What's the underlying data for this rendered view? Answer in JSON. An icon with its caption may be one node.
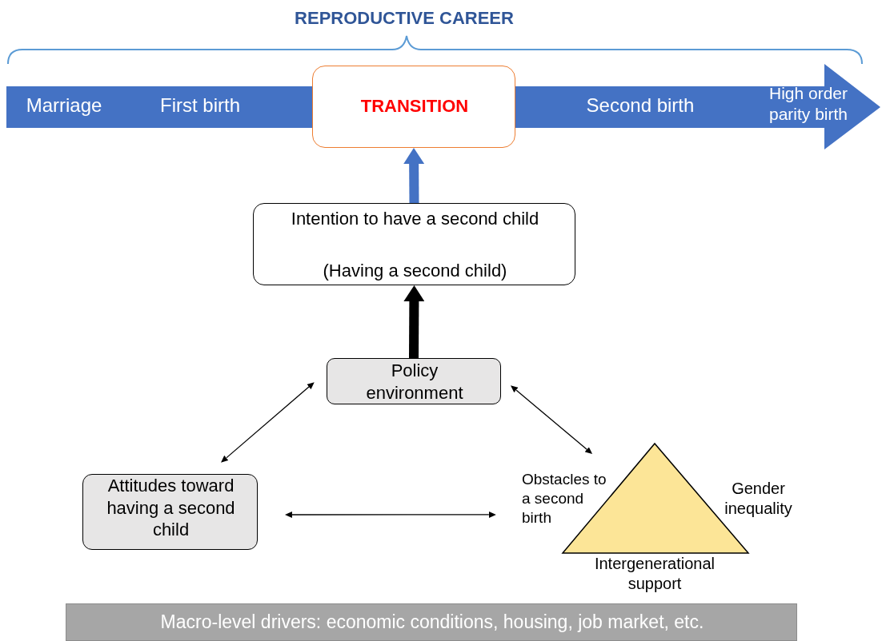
{
  "diagram": {
    "title": "REPRODUCTIVE CAREER",
    "nodes": [
      {
        "text": [
          "Marriage",
          "First birth",
          "Second birth",
          "High order parity birth"
        ]
      },
      {
        "text": [
          "TRANSITION"
        ],
        "in": 0
      },
      {
        "text": [
          "Intention to have a second child",
          "(Having a second child)"
        ]
      },
      {
        "text": [
          "Policy environment"
        ]
      },
      {
        "text": [
          "Attitudes toward having a second child"
        ]
      },
      {
        "text": [
          "Obstacles to a second birth",
          "Gender inequality",
          "Intergenerational support"
        ]
      },
      {
        "text": [
          "Macro-level drivers: economic conditions, housing, job market, etc."
        ]
      }
    ],
    "edges": [
      {
        "from": 2,
        "to": 1,
        "arrow": "to",
        "style": "thick",
        "color": "#4472c4"
      },
      {
        "from": 3,
        "to": 2,
        "arrow": "to",
        "style": "thick"
      },
      {
        "from": 4,
        "to": 3,
        "arrow": "both"
      },
      {
        "from": 3,
        "to": 5,
        "arrow": "both"
      },
      {
        "from": 4,
        "to": 5,
        "arrow": "both"
      }
    ]
  }
}
